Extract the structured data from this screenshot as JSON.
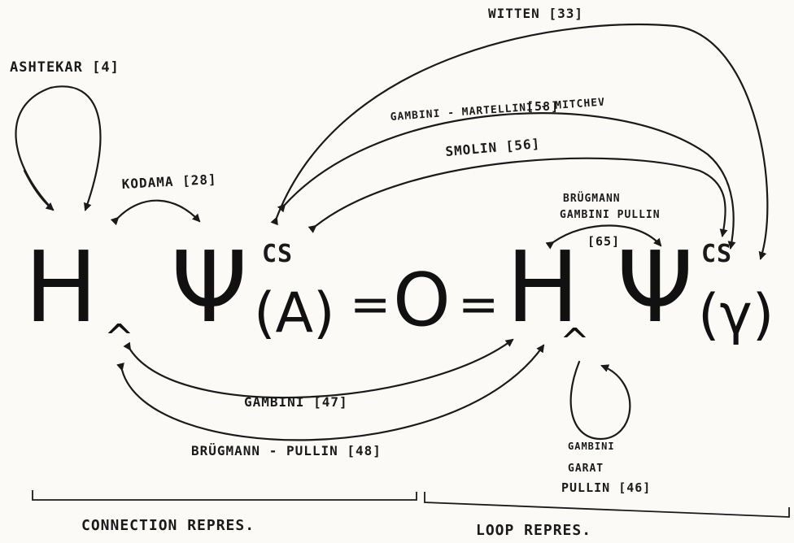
{
  "equation": {
    "h1": "H",
    "hat1": "^",
    "psi1": "Ψ",
    "cs1": "CS",
    "arg1": "(A)",
    "eq1": "=",
    "zero": "O",
    "eq2": "=",
    "h2": "H",
    "hat2": "^",
    "psi2": "Ψ",
    "cs2": "CS",
    "arg2": "(γ)"
  },
  "labels": {
    "ashtekar": "ASHTEKAR [4]",
    "kodama": "KODAMA [28]",
    "witten": "WITTEN [33]",
    "gmm": "GAMBINI - MARTELLINI - MITCHEV",
    "gmm_ref": "[58]",
    "smolin": "SMOLIN [56]",
    "bgp_line1": "BRÜGMANN",
    "bgp_line2": "GAMBINI PULLIN",
    "bgp_ref": "[65]",
    "gambini47": "GAMBINI [47]",
    "bp48": "BRÜGMANN - PULLIN [48]",
    "gap_line1": "GAMBINI",
    "gap_line2": "GARAT",
    "gap_line3": "PULLIN [46]"
  },
  "footer": {
    "connection": "CONNECTION REPRES.",
    "loop": "LOOP REPRES."
  }
}
